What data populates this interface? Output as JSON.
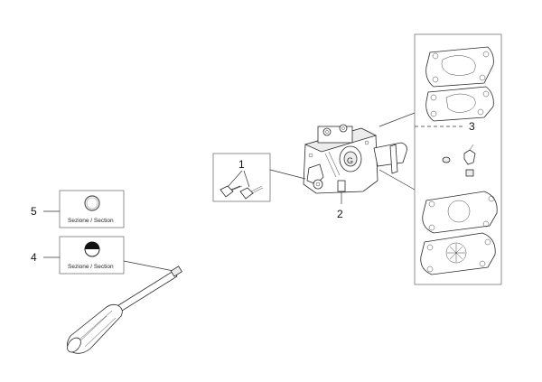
{
  "callouts": {
    "c1": "1",
    "c2": "2",
    "c3": "3",
    "c4": "4",
    "c5": "5"
  },
  "sections": {
    "s5_caption": "Sezione / Section",
    "s4_caption": "Sezione / Section"
  },
  "icons": [
    "carburetor",
    "adjustment-screws",
    "gasket-kit",
    "screwdriver",
    "section-ring",
    "section-half-round"
  ]
}
